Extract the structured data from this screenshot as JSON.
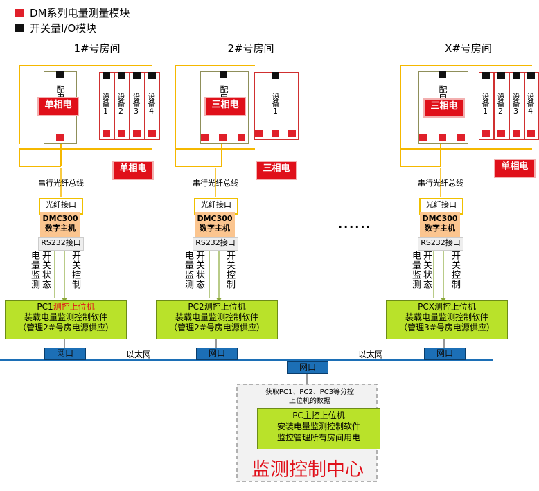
{
  "legend": {
    "dm_module": "DM系列电量测量模块",
    "io_module": "开关量I/O模块",
    "dm_color": "#e0202a",
    "io_color": "#111111"
  },
  "rooms": [
    {
      "title": "1#号房间",
      "cabinet_label": "配电柜",
      "cabinet_tag": "单相电",
      "devices": [
        "设备1",
        "设备2",
        "设备3",
        "设备4"
      ],
      "phase_label": "单相电",
      "fiber_bus": "串行光纤总线",
      "fiber_port": "光纤接口",
      "host": "DMC300\n数字主机",
      "host_line1": "DMC300",
      "host_line2": "数字主机",
      "rs232": "RS232接口",
      "up_label": "电量监测",
      "up_label2": "开关状态",
      "down_label": "开关控制",
      "pc_line1_a": "PC1",
      "pc_line1_b": "测控上位机",
      "pc_line2": "装载电量监测控制软件",
      "pc_line3": "（管理2#号房电源供应）",
      "net_port": "网口"
    },
    {
      "title": "2#号房间",
      "cabinet_label": "配电柜",
      "cabinet_tag": "三相电",
      "devices": [
        "设备1"
      ],
      "phase_label": "三相电",
      "fiber_bus": "串行光纤总线",
      "fiber_port": "光纤接口",
      "host_line1": "DMC300",
      "host_line2": "数字主机",
      "rs232": "RS232接口",
      "up_label": "电量监测",
      "up_label2": "开关状态",
      "down_label": "开关控制",
      "pc_line1": "PC2测控上位机",
      "pc_line2": "装载电量监测控制软件",
      "pc_line3": "（管理2#号房电源供应）",
      "net_port": "网口"
    },
    {
      "title": "X#号房间",
      "cabinet_label": "配电柜",
      "cabinet_tag": "三相电",
      "devices": [
        "设备1",
        "设备2",
        "设备3",
        "设备4"
      ],
      "phase_label": "单相电",
      "fiber_bus": "串行光纤总线",
      "fiber_port": "光纤接口",
      "host_line1": "DMC300",
      "host_line2": "数字主机",
      "rs232": "RS232接口",
      "up_label": "电量监测",
      "up_label2": "开关状态",
      "down_label": "开关控制",
      "pc_line1": "PCX测控上位机",
      "pc_line2": "装载电量监测控制软件",
      "pc_line3": "（管理3#号房电源供应）",
      "net_port": "网口"
    }
  ],
  "ellipsis": "......",
  "ethernet": "以太网",
  "center": {
    "net_port": "网口",
    "note": "获取PC1、PC2、PC3等分控上位机的数据",
    "pc_line1": "PC主控上位机",
    "pc_line2": "安装电量监测控制软件",
    "pc_line3": "监控管理所有房间用电",
    "title": "监测控制中心",
    "title_color": "#e0101a"
  }
}
